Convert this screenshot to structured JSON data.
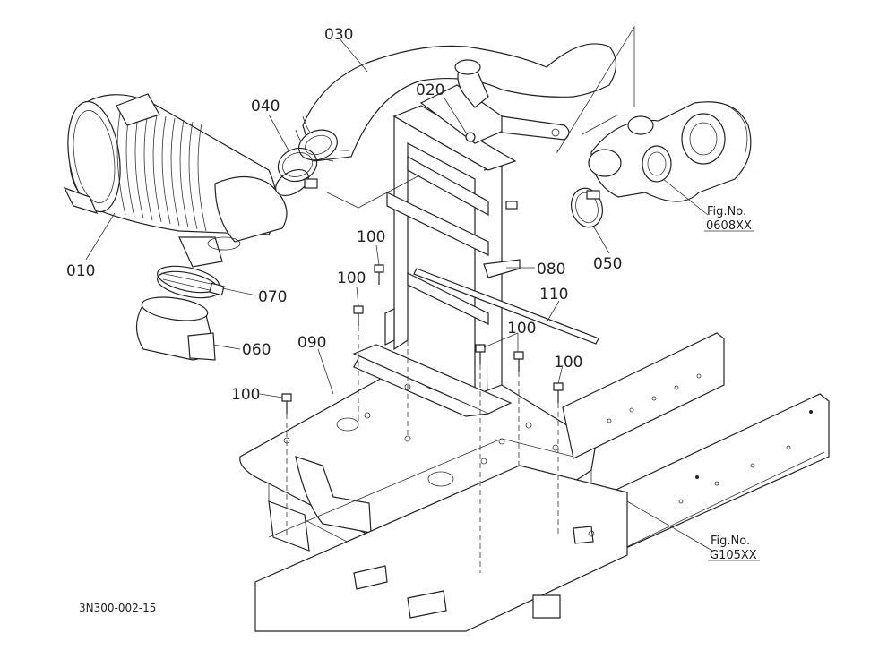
{
  "part_labels": {
    "p010": "010",
    "p020": "020",
    "p030": "030",
    "p040": "040",
    "p050": "050",
    "p060": "060",
    "p070": "070",
    "p080": "080",
    "p090": "090",
    "p100": "100",
    "p110": "110"
  },
  "figure_refs": {
    "turbo_fig_label": "Fig.No.",
    "turbo_fig_code": "0608XX",
    "frame_fig_label": "Fig.No.",
    "frame_fig_code": "G105XX"
  },
  "drawing_code": "3N300-002-15"
}
